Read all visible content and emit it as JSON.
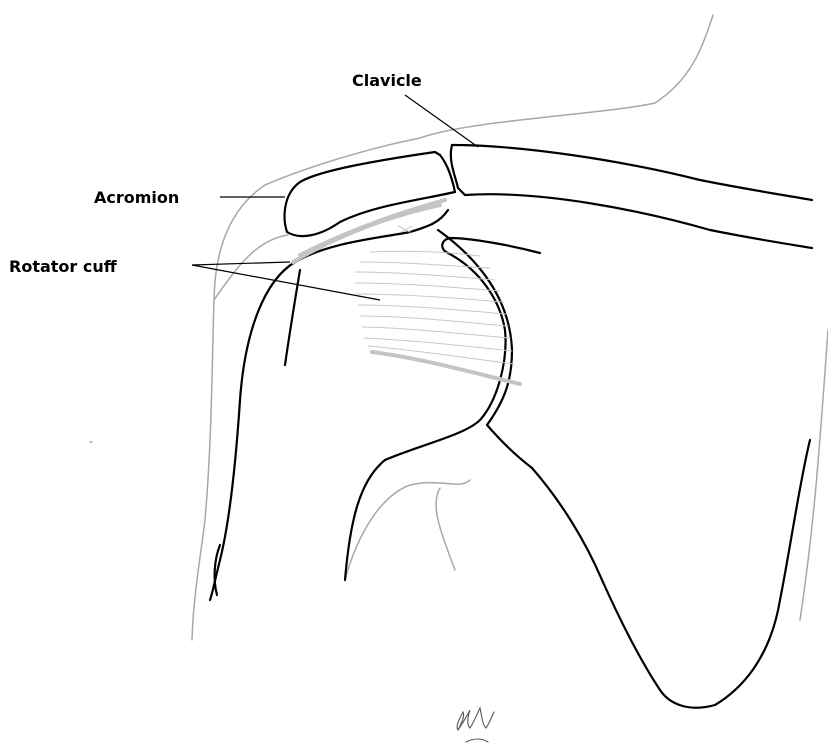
{
  "labels": {
    "clavicle": "Clavicle",
    "acromion": "Acromion",
    "rotator_cuff": "Rotator cuff"
  },
  "colors": {
    "bone_outline": "#000000",
    "skin_outline": "#a8a8a8",
    "rotator_cuff": "#c8c8c8",
    "background": "#ffffff"
  }
}
